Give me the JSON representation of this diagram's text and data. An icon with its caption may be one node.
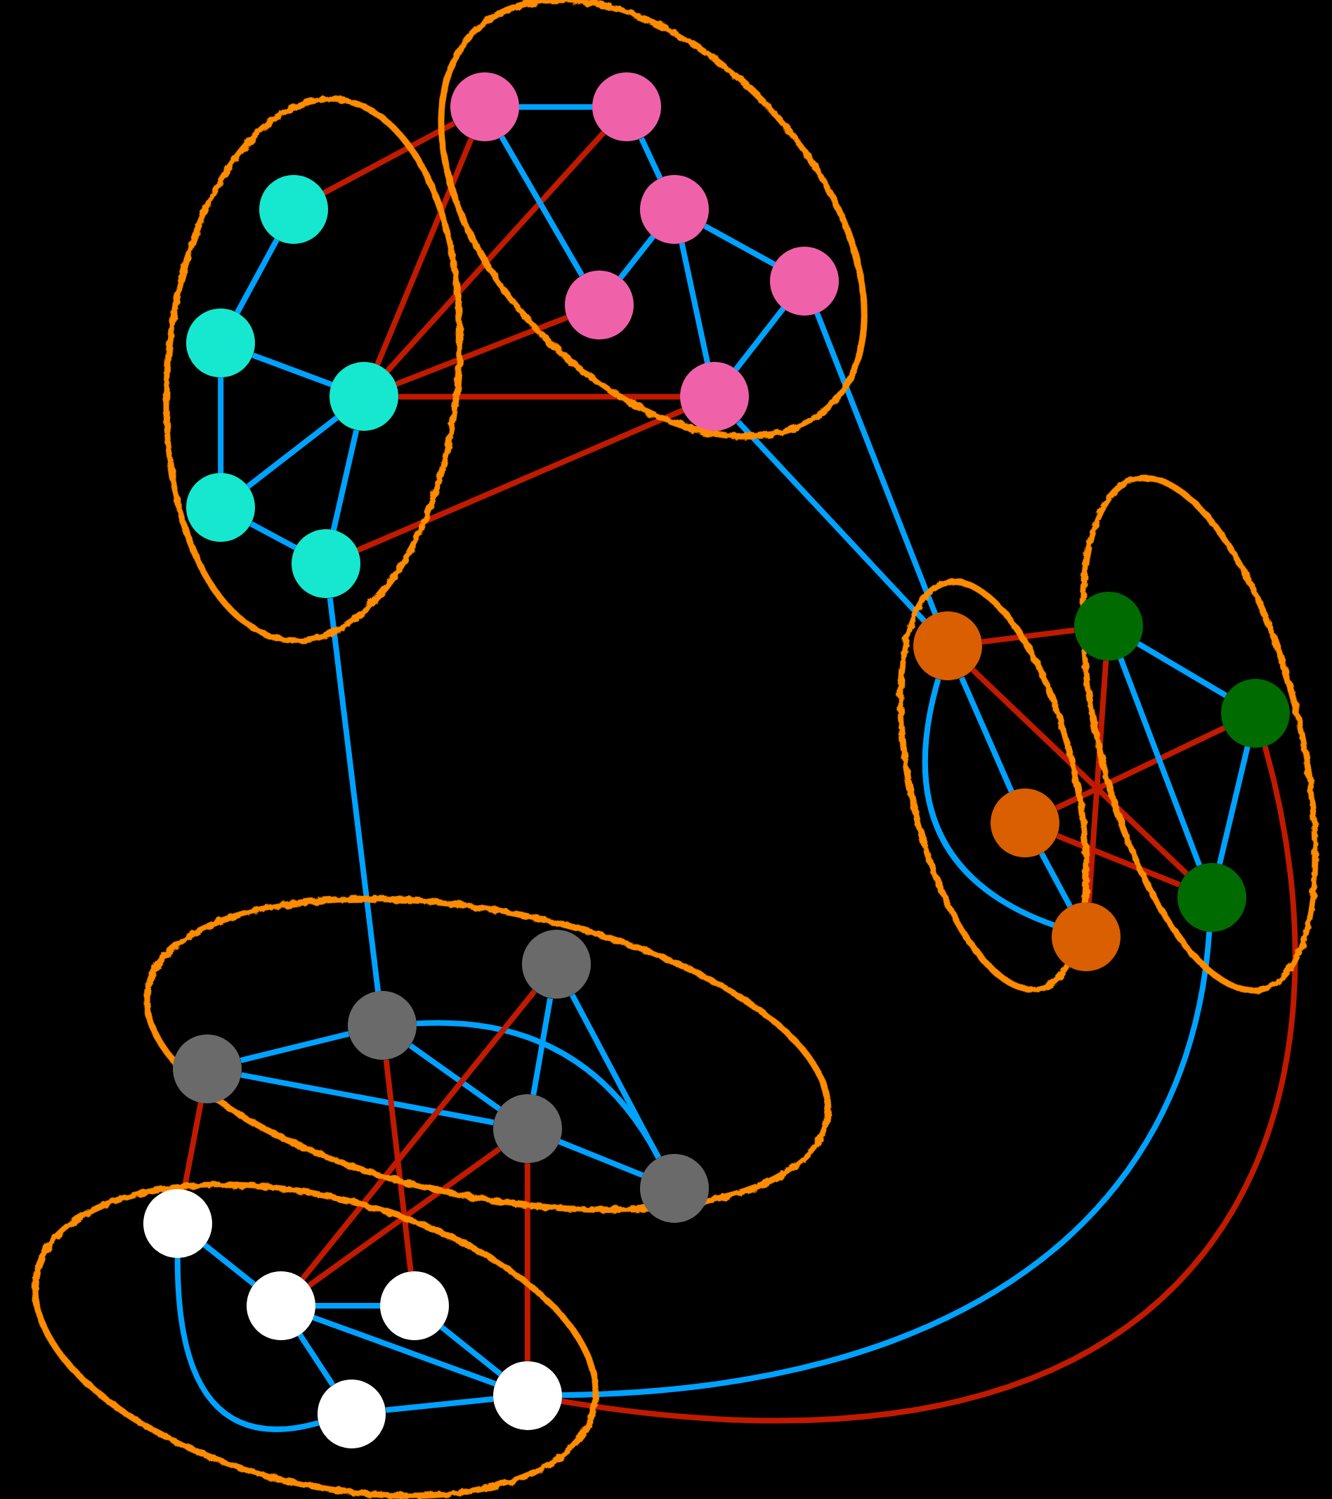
{
  "diagram": {
    "nodes": [
      {
        "text": [],
        "shape": "ellipse"
      },
      {
        "text": [],
        "shape": "circle",
        "in": 0
      },
      {
        "text": [],
        "shape": "circle",
        "in": 0
      },
      {
        "text": [],
        "shape": "circle",
        "in": 0
      },
      {
        "text": [],
        "shape": "circle",
        "in": 0
      },
      {
        "text": [],
        "shape": "circle",
        "in": 0
      },
      {
        "text": [],
        "shape": "ellipse"
      },
      {
        "text": [],
        "shape": "circle",
        "in": 6
      },
      {
        "text": [],
        "shape": "circle",
        "in": 6
      },
      {
        "text": [],
        "shape": "circle",
        "in": 6
      },
      {
        "text": [],
        "shape": "circle",
        "in": 6
      },
      {
        "text": [],
        "shape": "circle",
        "in": 6
      },
      {
        "text": [],
        "shape": "circle",
        "in": 6
      },
      {
        "text": [],
        "shape": "ellipse"
      },
      {
        "text": [],
        "shape": "circle",
        "in": 13
      },
      {
        "text": [],
        "shape": "circle",
        "in": 13
      },
      {
        "text": [],
        "shape": "circle"
      },
      {
        "text": [],
        "shape": "ellipse"
      },
      {
        "text": [],
        "shape": "circle"
      },
      {
        "text": [],
        "shape": "circle",
        "in": 17
      },
      {
        "text": [],
        "shape": "circle",
        "in": 17
      },
      {
        "text": [],
        "shape": "ellipse"
      },
      {
        "text": [],
        "shape": "circle",
        "in": 21
      },
      {
        "text": [],
        "shape": "circle",
        "in": 21
      },
      {
        "text": [],
        "shape": "circle",
        "in": 21
      },
      {
        "text": [],
        "shape": "circle",
        "in": 21
      },
      {
        "text": [],
        "shape": "circle"
      },
      {
        "text": [],
        "shape": "ellipse"
      },
      {
        "text": [],
        "shape": "circle",
        "in": 27
      },
      {
        "text": [],
        "shape": "circle",
        "in": 27
      },
      {
        "text": [],
        "shape": "circle",
        "in": 27
      },
      {
        "text": [],
        "shape": "circle",
        "in": 27
      },
      {
        "text": [],
        "shape": "circle",
        "in": 27
      }
    ],
    "edges": [
      {
        "from": 1,
        "to": 2,
        "arrow": "none"
      },
      {
        "from": 2,
        "to": 3,
        "arrow": "none"
      },
      {
        "from": 2,
        "to": 4,
        "arrow": "none"
      },
      {
        "from": 4,
        "to": 3,
        "arrow": "none"
      },
      {
        "from": 4,
        "to": 5,
        "arrow": "none"
      },
      {
        "from": 3,
        "to": 5,
        "arrow": "none"
      },
      {
        "from": 5,
        "to": 23,
        "arrow": "none"
      },
      {
        "from": 1,
        "to": 7,
        "arrow": "none",
        "color": "#c01a00"
      },
      {
        "from": 3,
        "to": 7,
        "arrow": "none",
        "color": "#c01a00"
      },
      {
        "from": 3,
        "to": 8,
        "arrow": "none",
        "color": "#c01a00"
      },
      {
        "from": 3,
        "to": 10,
        "arrow": "none",
        "color": "#c01a00"
      },
      {
        "from": 3,
        "to": 12,
        "arrow": "none",
        "color": "#c01a00"
      },
      {
        "from": 5,
        "to": 12,
        "arrow": "none",
        "color": "#c01a00"
      },
      {
        "from": 7,
        "to": 8,
        "arrow": "none"
      },
      {
        "from": 7,
        "to": 10,
        "arrow": "none"
      },
      {
        "from": 8,
        "to": 9,
        "arrow": "none"
      },
      {
        "from": 9,
        "to": 10,
        "arrow": "none"
      },
      {
        "from": 9,
        "to": 11,
        "arrow": "none"
      },
      {
        "from": 9,
        "to": 12,
        "arrow": "none"
      },
      {
        "from": 11,
        "to": 12,
        "arrow": "none"
      },
      {
        "from": 11,
        "to": 14,
        "arrow": "none"
      },
      {
        "from": 12,
        "to": 14,
        "arrow": "none"
      },
      {
        "from": 14,
        "to": 15,
        "arrow": "none"
      },
      {
        "from": 15,
        "to": 16,
        "arrow": "none"
      },
      {
        "from": 14,
        "to": 16,
        "arrow": "none"
      },
      {
        "from": 14,
        "to": 18,
        "arrow": "none",
        "color": "#c01a00"
      },
      {
        "from": 14,
        "to": 20,
        "arrow": "none",
        "color": "#c01a00"
      },
      {
        "from": 15,
        "to": 19,
        "arrow": "none",
        "color": "#c01a00"
      },
      {
        "from": 15,
        "to": 20,
        "arrow": "none",
        "color": "#c01a00"
      },
      {
        "from": 18,
        "to": 16,
        "arrow": "none",
        "color": "#c01a00"
      },
      {
        "from": 18,
        "to": 19,
        "arrow": "none"
      },
      {
        "from": 18,
        "to": 20,
        "arrow": "none"
      },
      {
        "from": 19,
        "to": 20,
        "arrow": "none"
      },
      {
        "from": 20,
        "to": 32,
        "arrow": "none"
      },
      {
        "from": 19,
        "to": 32,
        "arrow": "none",
        "color": "#c01a00"
      },
      {
        "from": 23,
        "to": 24,
        "arrow": "none"
      },
      {
        "from": 24,
        "to": 25,
        "arrow": "none"
      },
      {
        "from": 23,
        "to": 25,
        "arrow": "none"
      },
      {
        "from": 23,
        "to": 26,
        "arrow": "none"
      },
      {
        "from": 22,
        "to": 25,
        "arrow": "none"
      },
      {
        "from": 22,
        "to": 26,
        "arrow": "none"
      },
      {
        "from": 25,
        "to": 26,
        "arrow": "none"
      },
      {
        "from": 24,
        "to": 28,
        "arrow": "none",
        "color": "#c01a00"
      },
      {
        "from": 23,
        "to": 30,
        "arrow": "none",
        "color": "#c01a00"
      },
      {
        "from": 22,
        "to": 29,
        "arrow": "none",
        "color": "#c01a00"
      },
      {
        "from": 25,
        "to": 29,
        "arrow": "none",
        "color": "#c01a00"
      },
      {
        "from": 25,
        "to": 32,
        "arrow": "none",
        "color": "#c01a00"
      },
      {
        "from": 28,
        "to": 29,
        "arrow": "none"
      },
      {
        "from": 28,
        "to": 31,
        "arrow": "none"
      },
      {
        "from": 29,
        "to": 30,
        "arrow": "none"
      },
      {
        "from": 29,
        "to": 31,
        "arrow": "none"
      },
      {
        "from": 29,
        "to": 32,
        "arrow": "none"
      },
      {
        "from": 30,
        "to": 32,
        "arrow": "none"
      },
      {
        "from": 31,
        "to": 32,
        "arrow": "none"
      }
    ]
  }
}
